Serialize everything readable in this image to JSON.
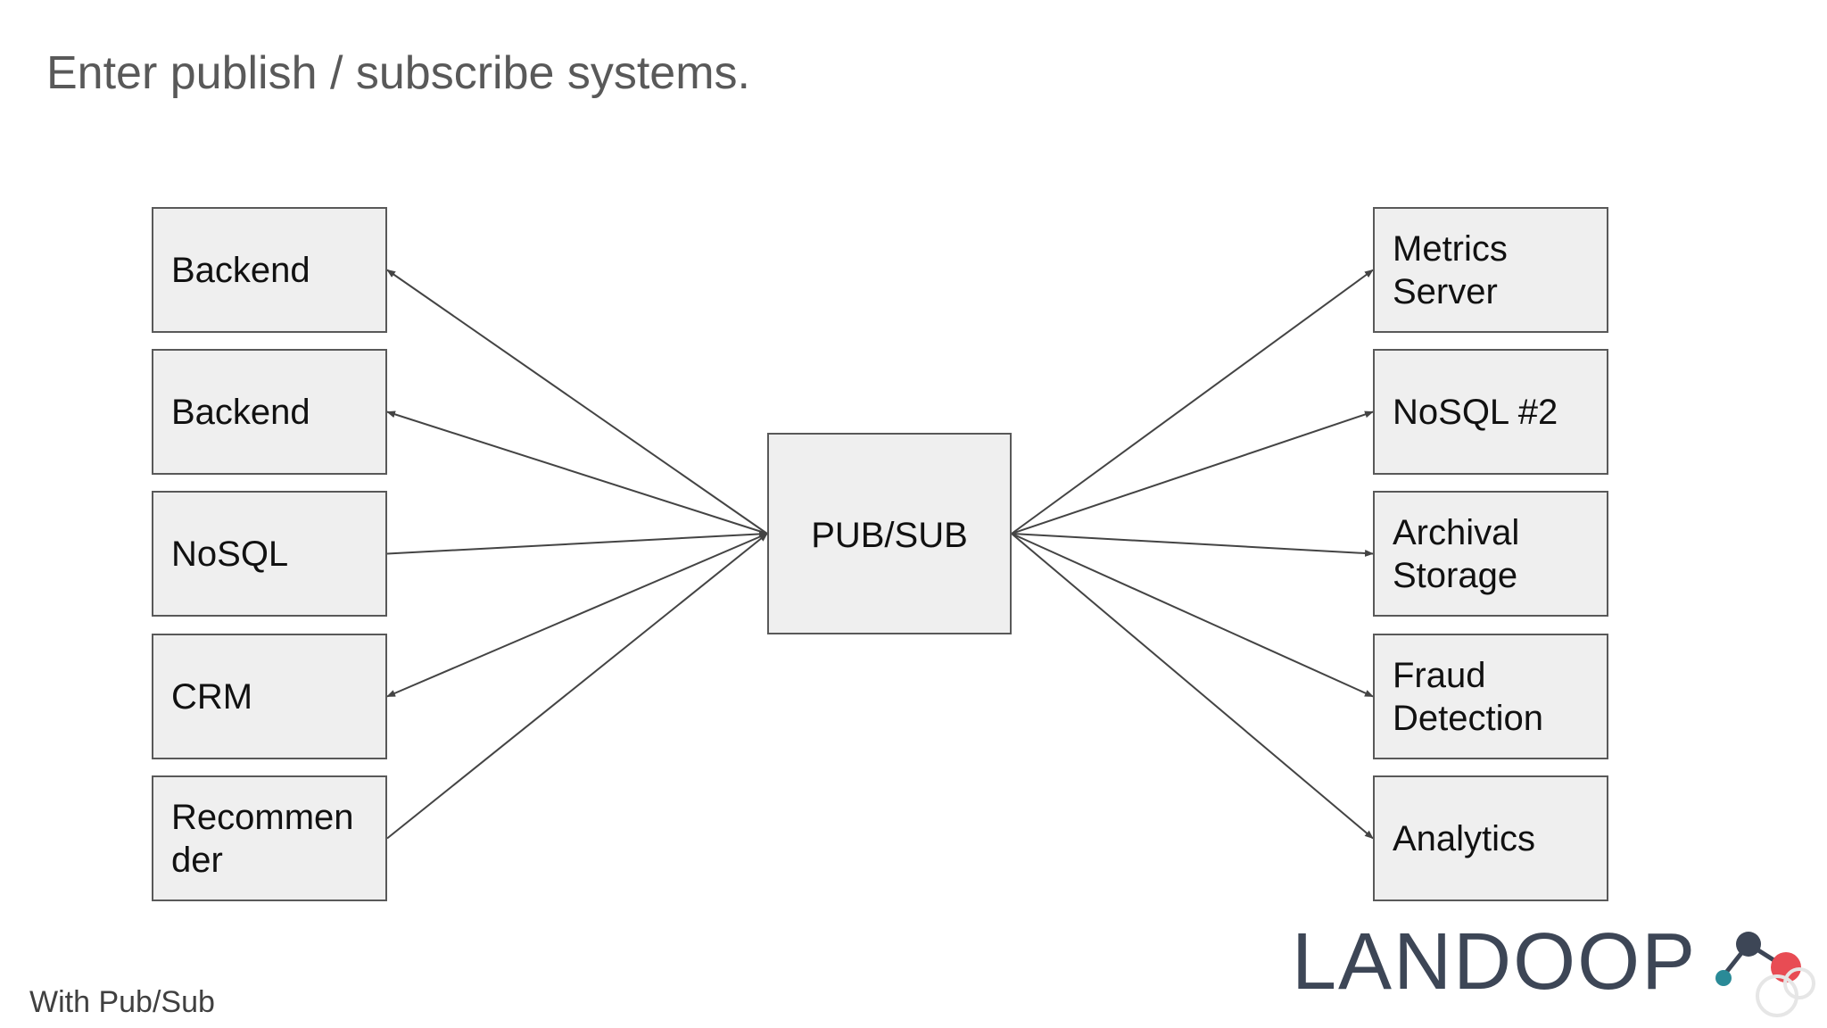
{
  "slide": {
    "title": "Enter publish / subscribe systems.",
    "footer": "With Pub/Sub"
  },
  "diagram": {
    "hub": {
      "id": "hub",
      "label": "PUB/SUB"
    },
    "left_nodes": [
      {
        "id": "l1",
        "label": "Backend"
      },
      {
        "id": "l2",
        "label": "Backend"
      },
      {
        "id": "l3",
        "label": "NoSQL"
      },
      {
        "id": "l4",
        "label": "CRM"
      },
      {
        "id": "l5",
        "label": "Recommen der"
      }
    ],
    "right_nodes": [
      {
        "id": "r1",
        "label": "Metrics Server"
      },
      {
        "id": "r2",
        "label": "NoSQL #2"
      },
      {
        "id": "r3",
        "label": "Archival Storage"
      },
      {
        "id": "r4",
        "label": "Fraud Detection"
      },
      {
        "id": "r5",
        "label": "Analytics"
      }
    ],
    "edges": [
      {
        "from": "hub",
        "to": "l1"
      },
      {
        "from": "hub",
        "to": "l2"
      },
      {
        "from": "l3",
        "to": "hub"
      },
      {
        "from": "hub",
        "to": "l4"
      },
      {
        "from": "l5",
        "to": "hub"
      },
      {
        "from": "hub",
        "to": "r1"
      },
      {
        "from": "hub",
        "to": "r2"
      },
      {
        "from": "hub",
        "to": "r3"
      },
      {
        "from": "hub",
        "to": "r4"
      },
      {
        "from": "hub",
        "to": "r5"
      }
    ]
  },
  "logo": {
    "text": "LANDOOP",
    "colors": {
      "text": "#3d4656",
      "dot_dark": "#3d4656",
      "dot_teal": "#2a8a97",
      "dot_red": "#e84c54"
    }
  },
  "colors": {
    "box_fill": "#efefef",
    "box_border": "#595959",
    "title": "#595959",
    "edge": "#444444"
  }
}
